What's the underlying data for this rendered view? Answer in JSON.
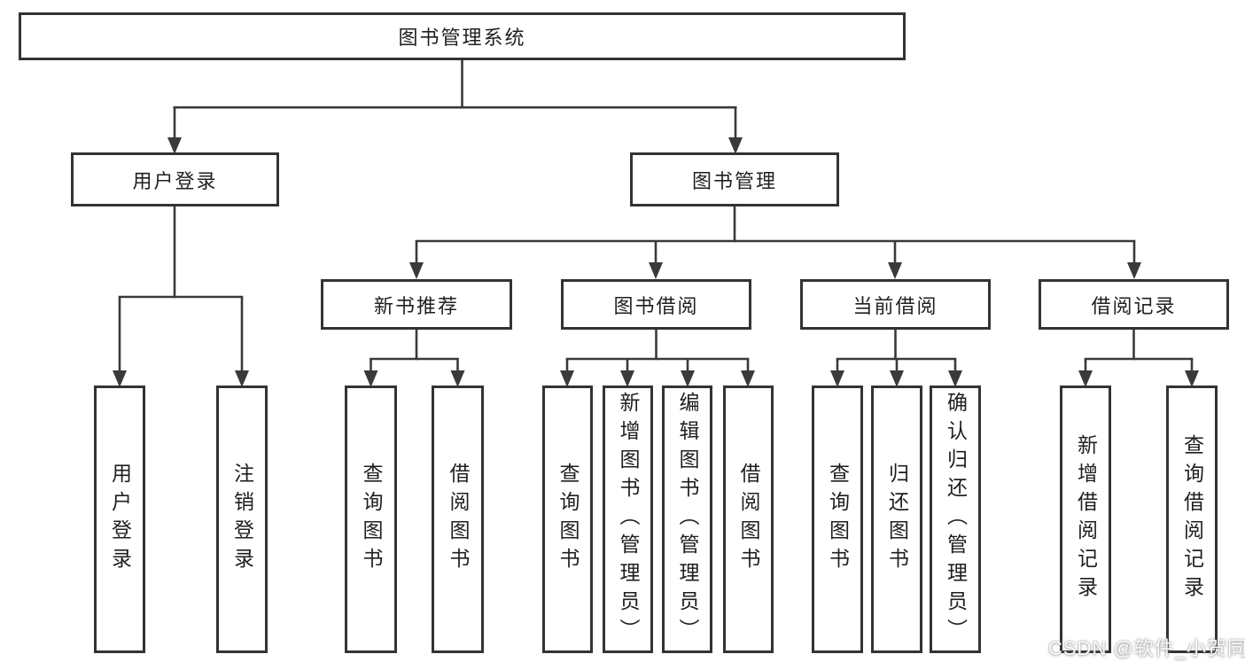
{
  "diagram": {
    "title": "图书管理系统",
    "root": {
      "label": "图书管理系统"
    },
    "branches": [
      {
        "label": "用户登录",
        "leaves": [
          {
            "label": "用户登录"
          },
          {
            "label": "注销登录"
          }
        ]
      },
      {
        "label": "图书管理",
        "children": [
          {
            "label": "新书推荐",
            "leaves": [
              {
                "label": "查询图书"
              },
              {
                "label": "借阅图书"
              }
            ]
          },
          {
            "label": "图书借阅",
            "leaves": [
              {
                "label": "查询图书"
              },
              {
                "label": "新增图书（管理员）"
              },
              {
                "label": "编辑图书（管理员）"
              },
              {
                "label": "借阅图书"
              }
            ]
          },
          {
            "label": "当前借阅",
            "leaves": [
              {
                "label": "查询图书"
              },
              {
                "label": "归还图书"
              },
              {
                "label": "确认归还（管理员）"
              }
            ]
          },
          {
            "label": "借阅记录",
            "leaves": [
              {
                "label": "新增借阅记录"
              },
              {
                "label": "查询借阅记录"
              }
            ]
          }
        ]
      }
    ]
  },
  "watermark": {
    "text": "CSDN @软件_小贺同学"
  },
  "colors": {
    "line": "#3a3a3a",
    "box_border": "#333333",
    "text": "#1f1f1f",
    "background": "#ffffff",
    "watermark": "#ffffff"
  }
}
